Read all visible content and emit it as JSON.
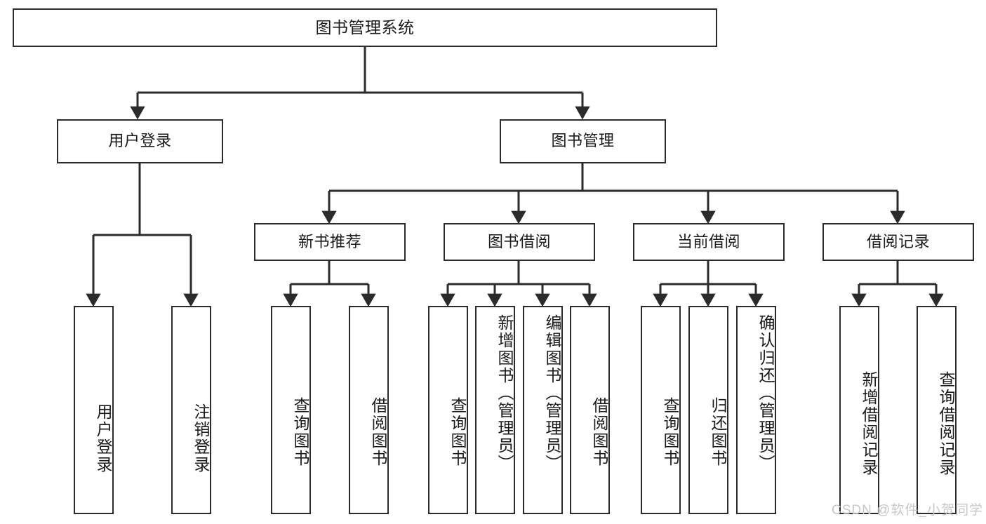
{
  "diagram": {
    "title": "图书管理系统",
    "type": "tree",
    "orientation": "top-down",
    "colors": {
      "box_border": "#2b2b2b",
      "box_fill": "#ffffff",
      "connector": "#2b2b2b",
      "text": "#1a1a1a",
      "watermark": "#c8c8c8",
      "background": "#ffffff"
    },
    "root": {
      "label": "图书管理系统"
    },
    "level2": [
      {
        "label": "用户登录"
      },
      {
        "label": "图书管理"
      }
    ],
    "level3": [
      {
        "label": "新书推荐"
      },
      {
        "label": "图书借阅"
      },
      {
        "label": "当前借阅"
      },
      {
        "label": "借阅记录"
      }
    ],
    "leaves": {
      "user_login": [
        {
          "label": "用户登录"
        },
        {
          "label": "注销登录"
        }
      ],
      "new_book_recommend": [
        {
          "label": "查询图书"
        },
        {
          "label": "借阅图书"
        }
      ],
      "book_borrow": [
        {
          "label": "查询图书"
        },
        {
          "label": "新增图书（管理员）"
        },
        {
          "label": "编辑图书（管理员）"
        },
        {
          "label": "借阅图书"
        }
      ],
      "current_borrow": [
        {
          "label": "查询图书"
        },
        {
          "label": "归还图书"
        },
        {
          "label": "确认归还（管理员）"
        }
      ],
      "borrow_record": [
        {
          "label": "新增借阅记录"
        },
        {
          "label": "查询借阅记录"
        }
      ]
    },
    "watermark": "CSDN @软件_小贺同学"
  }
}
